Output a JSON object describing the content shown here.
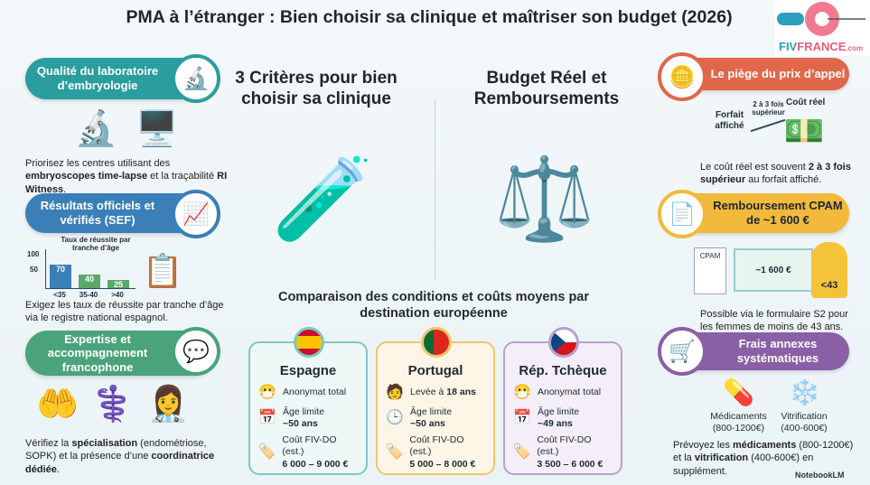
{
  "title": "PMA à l’étranger : Bien choisir sa clinique et maîtriser son budget (2026)",
  "logo": {
    "text": "FIVFRANCE.com",
    "brand_colors": [
      "#2a9fc0",
      "#ee5b78"
    ]
  },
  "left": {
    "heading": "3 Critères pour bien choisir sa clinique",
    "criteria": [
      {
        "title": "Qualité du laboratoire d’embryologie",
        "color": "#2a9d9f",
        "icon": "microscope-icon",
        "text_parts": [
          "Priorisez les centres utilisant des ",
          "embryoscopes time-lapse",
          " et la traçabilité ",
          "RI Witness",
          "."
        ]
      },
      {
        "title": "Résultats officiels et vérifiés (SEF)",
        "color": "#3a7fb8",
        "icon": "chart-up-icon",
        "text_parts": [
          "Exigez les taux de réussite par tranche d’âge via le registre national espagnol."
        ]
      },
      {
        "title": "Expertise et accompagnement francophone",
        "color": "#4aa37a",
        "icon": "chat-icon",
        "text_parts": [
          "Vérifiez la ",
          "spécialisation",
          " (endométriose, SOPK) et la présence d’une ",
          "coordinatrice dédiée",
          "."
        ]
      }
    ]
  },
  "chart_data": {
    "type": "bar",
    "title": "Taux de réussite par tranche d’âge",
    "categories": [
      "<35",
      "35-40",
      ">40"
    ],
    "values": [
      70,
      40,
      25
    ],
    "yticks": [
      "100",
      "50"
    ],
    "ylim": [
      0,
      100
    ]
  },
  "right": {
    "heading": "Budget Réel et Remboursements",
    "trap": {
      "title": "Le piège du prix d’appel",
      "color": "#e0674a",
      "label_forfait": "Forfait affiché",
      "label_arrow": "2 à 3 fois supérieur",
      "label_real": "Coût réel",
      "text_parts": [
        "Le coût réel est souvent ",
        "2 à 3 fois supérieur",
        " au forfait affiché."
      ]
    },
    "cpam": {
      "title": "Remboursement CPAM de ~1 600 €",
      "color": "#f2b93b",
      "form_label": "CPAM",
      "cheque_amount": "~1 600 €",
      "age_badge": "<43",
      "text": "Possible via le formulaire S2 pour les femmes de moins de 43 ans."
    },
    "fees": {
      "title": "Frais annexes systématiques",
      "color": "#8a5fa6",
      "med_label": "Médicaments",
      "med_range": "(800-1200€)",
      "vit_label": "Vitrification",
      "vit_range": "(400-600€)",
      "text_parts": [
        "Prévoyez les ",
        "médicaments",
        " (800-1200€) et la ",
        "vitrification",
        " (400-600€) en supplément."
      ]
    }
  },
  "comparison": {
    "heading": "Comparaison des conditions et coûts moyens par destination européenne",
    "countries": [
      {
        "name": "Espagne",
        "color": "#7cc7c2",
        "anonymity": "Anonymat total",
        "age_label": "Âge limite",
        "age": "~50 ans",
        "cost_label": "Coût FIV-DO (est.)",
        "cost": "6 000 – 9 000 €"
      },
      {
        "name": "Portugal",
        "color": "#f0c66b",
        "anonymity_pre": "Levée à ",
        "anonymity": "18 ans",
        "age_label": "Âge limite",
        "age": "~50 ans",
        "cost_label": "Coût FIV-DO (est.)",
        "cost": "5 000 – 8 000 €"
      },
      {
        "name": "Rép. Tchèque",
        "color": "#b6a1cf",
        "anonymity": "Anonymat total",
        "age_label": "Âge limite",
        "age": "~49 ans",
        "cost_label": "Coût FIV-DO (est.)",
        "cost": "3 500 – 6 000 €"
      }
    ]
  },
  "footer": "NotebookLM"
}
